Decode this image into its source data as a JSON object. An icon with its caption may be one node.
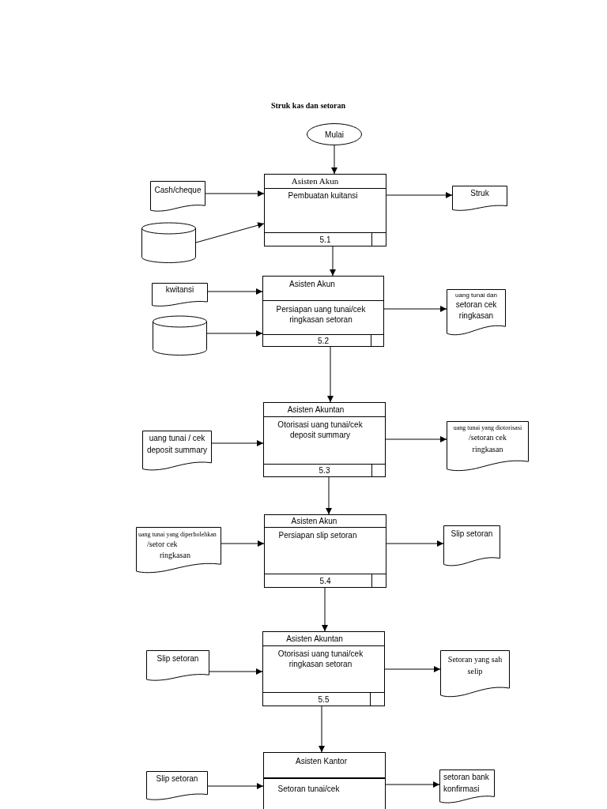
{
  "diagram": {
    "title": "Struk kas dan setoran",
    "nodes": [
      {
        "text": [
          "Mulai"
        ]
      },
      {
        "text": [
          "Cash/cheque"
        ]
      },
      {
        "text": [
          "Asisten Akun",
          "Pembuatan kuitansi",
          "5.1"
        ]
      },
      {
        "text": [
          "Struk"
        ]
      },
      {
        "text": [],
        "shape": "cylinder"
      },
      {
        "text": [
          "kwitansi"
        ]
      },
      {
        "text": [
          "Asisten Akun",
          "Persiapan uang tunai/cek ringkasan setoran",
          "5.2"
        ]
      },
      {
        "text": [
          "uang tunai dan",
          "setoran cek ringkasan"
        ]
      },
      {
        "text": [],
        "shape": "cylinder"
      },
      {
        "text": [
          "uang tunai / cek deposit summary"
        ]
      },
      {
        "text": [
          "Asisten Akuntan",
          "Otorisasi uang tunai/cek deposit summary",
          "5.3"
        ]
      },
      {
        "text": [
          "uang tunai yang diotorisasi",
          "/setoran cek ringkasan"
        ]
      },
      {
        "text": [
          "uang tunai yang diperbolehkan",
          "/setor cek ringkasan"
        ]
      },
      {
        "text": [
          "Asisten Akun",
          "Persiapan slip setoran",
          "5.4"
        ]
      },
      {
        "text": [
          "Slip setoran"
        ]
      },
      {
        "text": [
          "Slip setoran"
        ]
      },
      {
        "text": [
          "Asisten Akuntan",
          "Otorisasi uang tunai/cek ringkasan setoran",
          "5.5"
        ]
      },
      {
        "text": [
          "Setoran yang sah selip"
        ]
      },
      {
        "text": [
          "Slip setoran"
        ]
      },
      {
        "text": [
          "Asisten Kantor",
          "Setoran tunai/cek"
        ]
      },
      {
        "text": [
          "setoran bank konfirmasi"
        ]
      }
    ],
    "edges": [
      {
        "from": 0,
        "to": 2,
        "arrow": "to"
      },
      {
        "from": 1,
        "to": 2,
        "arrow": "to"
      },
      {
        "from": 4,
        "to": 2,
        "arrow": "to"
      },
      {
        "from": 2,
        "to": 3,
        "arrow": "to"
      },
      {
        "from": 2,
        "to": 6,
        "arrow": "to"
      },
      {
        "from": 5,
        "to": 6,
        "arrow": "to"
      },
      {
        "from": 8,
        "to": 6,
        "arrow": "to"
      },
      {
        "from": 6,
        "to": 7,
        "arrow": "to"
      },
      {
        "from": 6,
        "to": 10,
        "arrow": "to"
      },
      {
        "from": 9,
        "to": 10,
        "arrow": "to"
      },
      {
        "from": 10,
        "to": 11,
        "arrow": "to"
      },
      {
        "from": 10,
        "to": 13,
        "arrow": "to"
      },
      {
        "from": 12,
        "to": 13,
        "arrow": "to"
      },
      {
        "from": 13,
        "to": 14,
        "arrow": "to"
      },
      {
        "from": 13,
        "to": 16,
        "arrow": "to"
      },
      {
        "from": 15,
        "to": 16,
        "arrow": "to"
      },
      {
        "from": 16,
        "to": 17,
        "arrow": "to"
      },
      {
        "from": 16,
        "to": 19,
        "arrow": "to"
      },
      {
        "from": 18,
        "to": 19,
        "arrow": "to"
      },
      {
        "from": 19,
        "to": 20,
        "arrow": "to"
      }
    ]
  }
}
